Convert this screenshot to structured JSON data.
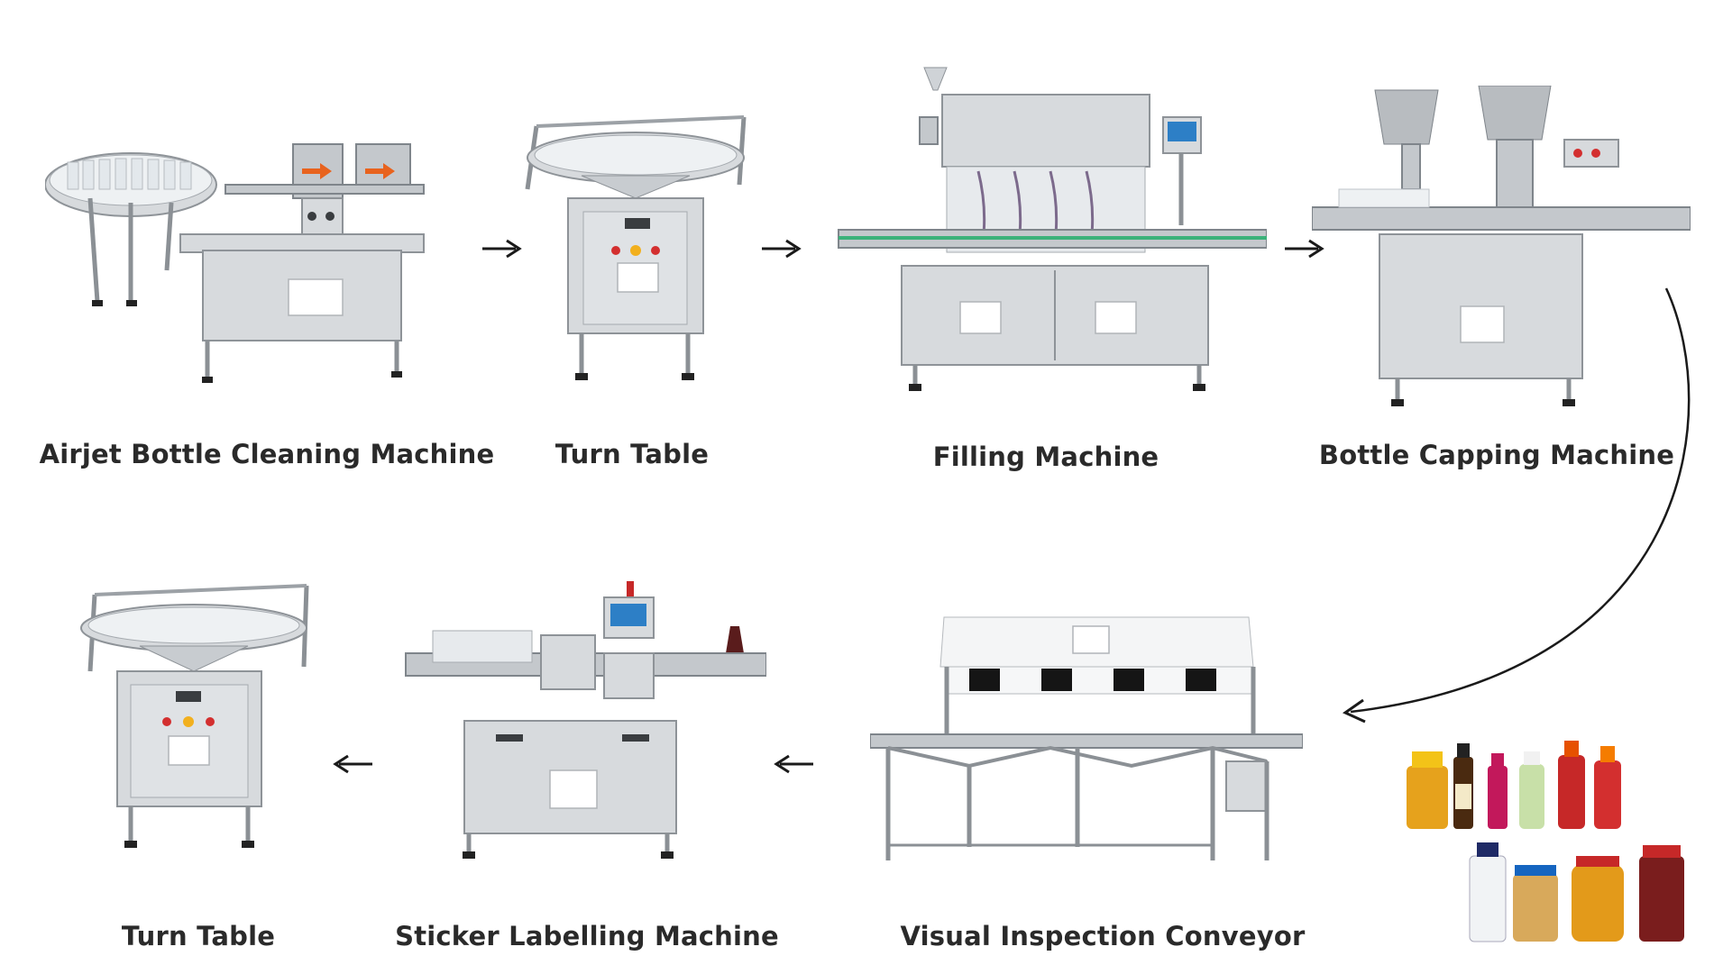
{
  "steps": [
    {
      "label": "Airjet Bottle Cleaning Machine"
    },
    {
      "label": "Turn Table"
    },
    {
      "label": "Filling Machine"
    },
    {
      "label": "Bottle Capping Machine"
    },
    {
      "label": "Visual Inspection Conveyor"
    },
    {
      "label": "Sticker Labelling Machine"
    },
    {
      "label": "Turn Table"
    }
  ],
  "colors": {
    "arrow": "#1a1a1a",
    "text": "#2a2a2a",
    "steel": "#d7dadd"
  }
}
